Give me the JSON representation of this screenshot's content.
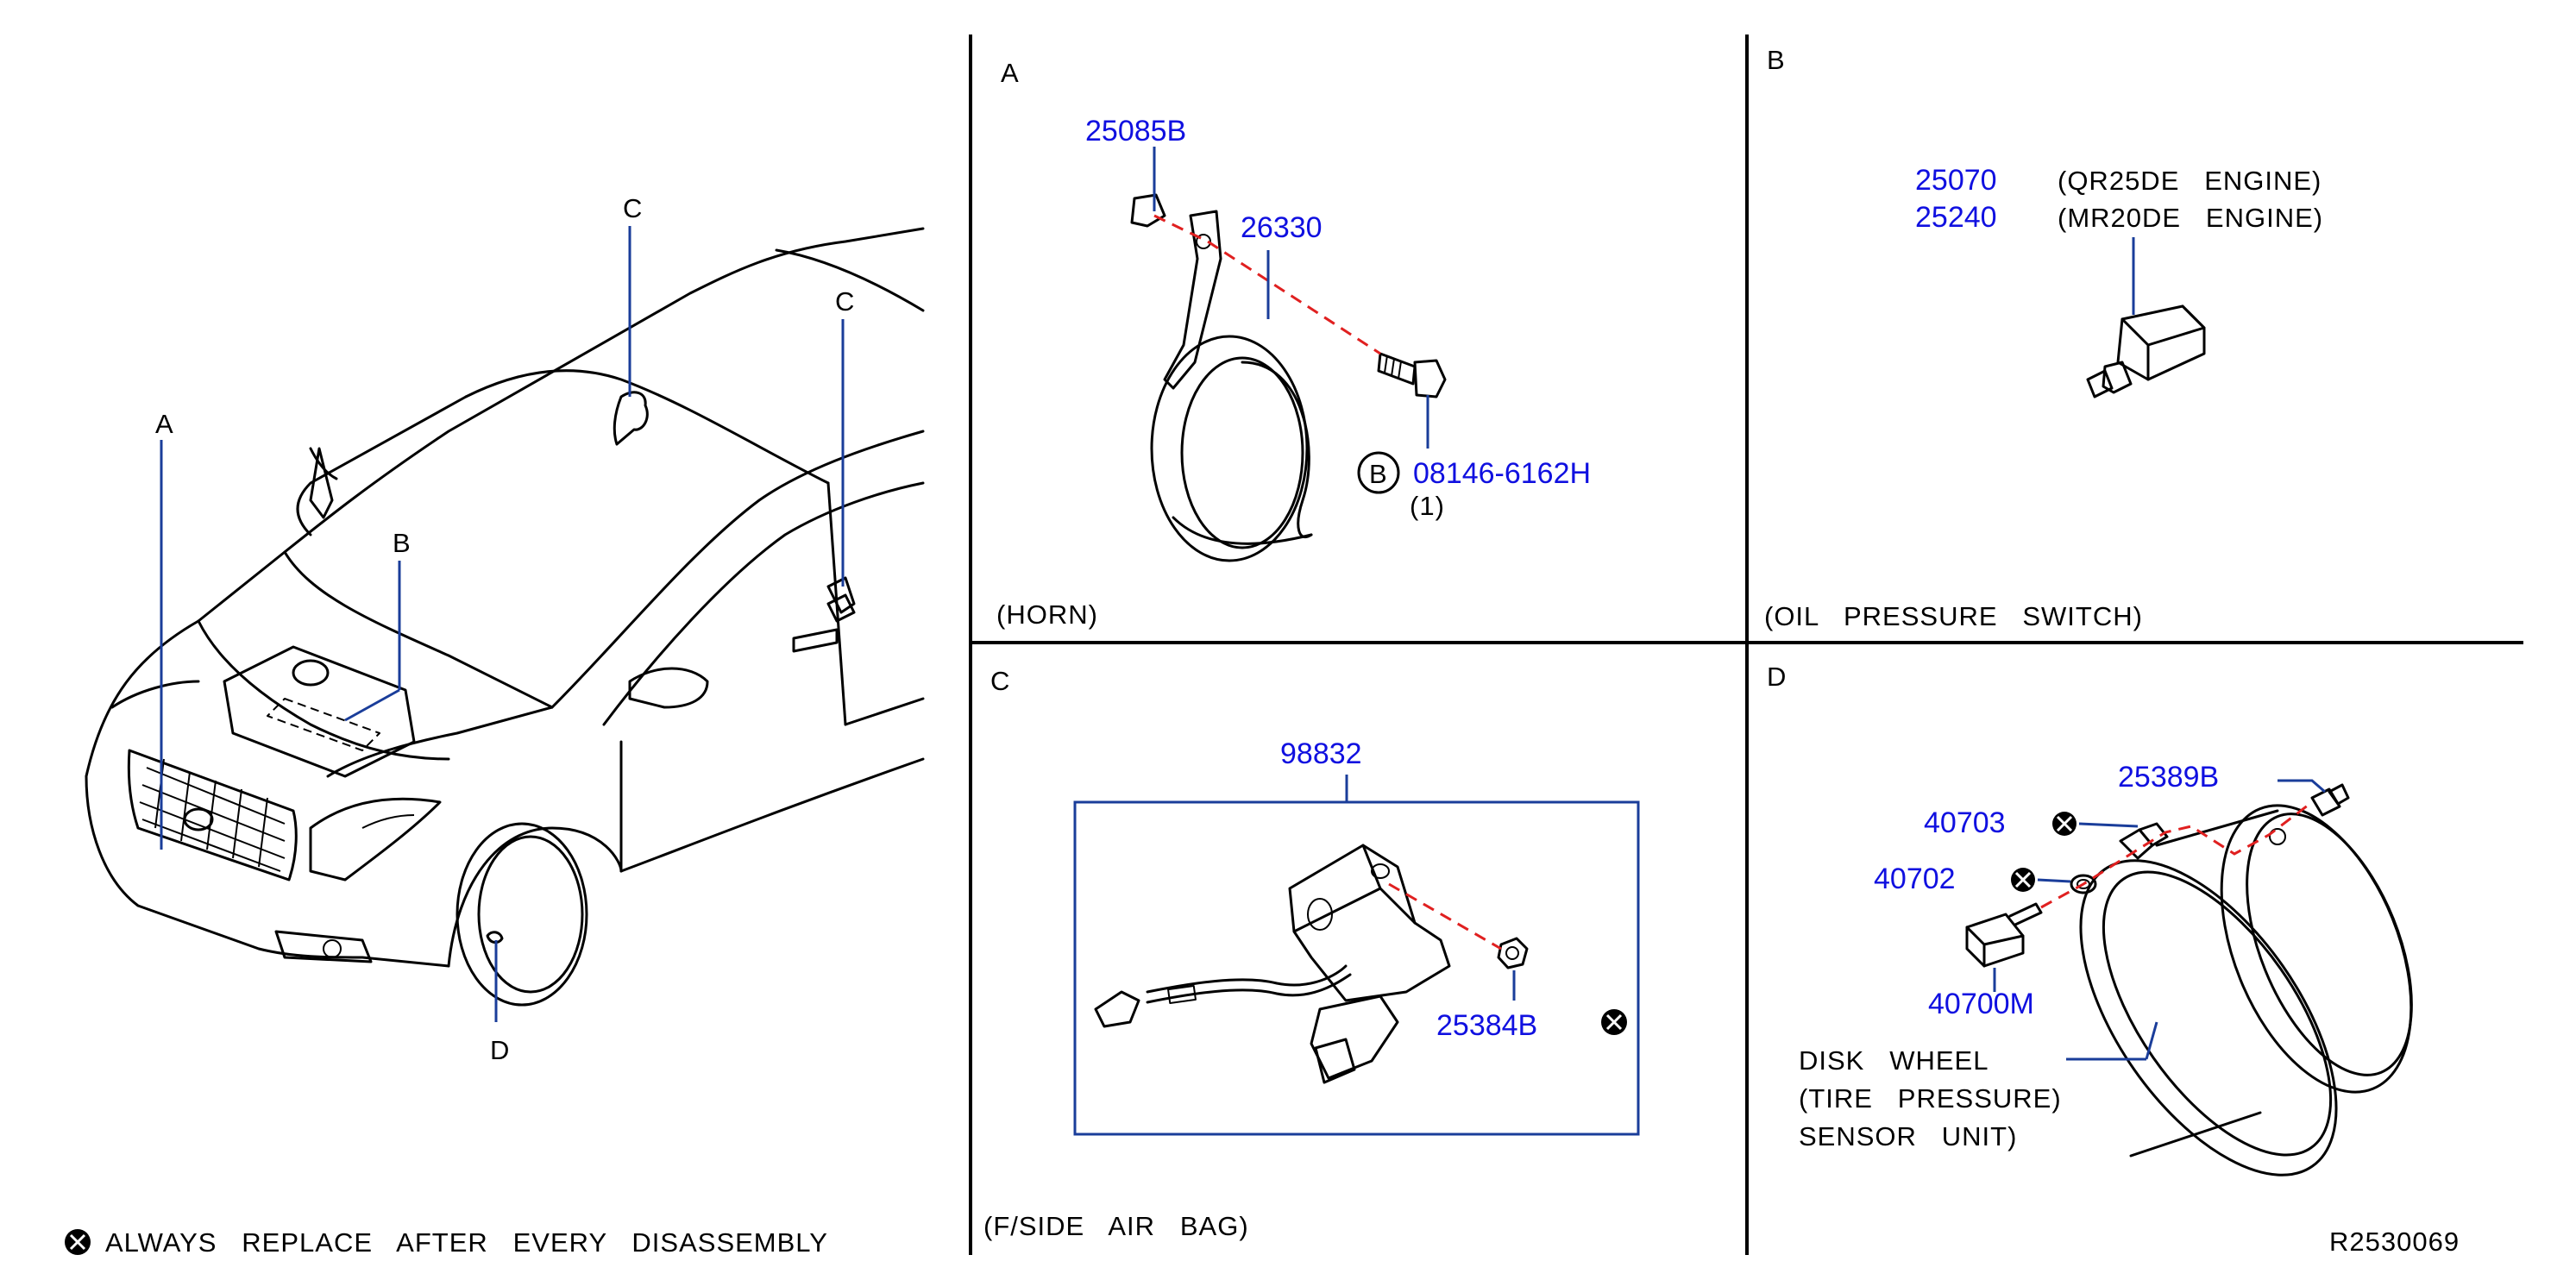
{
  "overview": {
    "callouts": [
      "A",
      "B",
      "C",
      "C",
      "D"
    ]
  },
  "legend": {
    "text": "ALWAYS   REPLACE   AFTER   EVERY   DISASSEMBLY"
  },
  "sections": {
    "A": {
      "letter": "A",
      "caption": "(HORN)",
      "parts": {
        "bracket": "25085B",
        "horn": "26330",
        "bolt": "08146-6162H",
        "bolt_ref": "B",
        "bolt_qty": "(1)"
      }
    },
    "B": {
      "letter": "B",
      "caption": "(OIL   PRESSURE   SWITCH)",
      "parts": {
        "switch_1": "25070",
        "switch_1_note": "(QR25DE   ENGINE)",
        "switch_2": "25240",
        "switch_2_note": "(MR20DE   ENGINE)"
      }
    },
    "C": {
      "letter": "C",
      "caption": "(F/SIDE   AIR   BAG)",
      "parts": {
        "sensor_assy": "98832",
        "nut": "25384B"
      }
    },
    "D": {
      "letter": "D",
      "parts": {
        "valve_cap": "25389B",
        "nut": "40703",
        "seal": "40702",
        "sensor": "40700M"
      },
      "wheel_label": [
        "DISK   WHEEL",
        "(TIRE   PRESSURE)",
        "SENSOR   UNIT)"
      ]
    }
  },
  "drawing_id": "R2530069",
  "colors": {
    "part_number": "#1010e0",
    "leader": "#1a3d9a",
    "dashed_axis": "#e02020",
    "linework": "#000000"
  }
}
